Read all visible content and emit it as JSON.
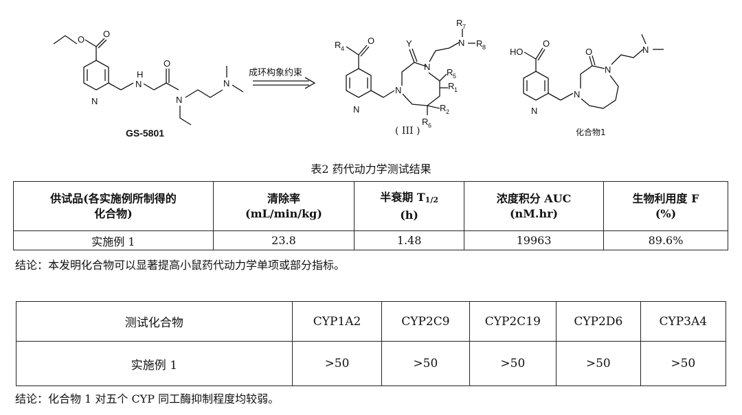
{
  "structures": {
    "left_caption": "GS-5801",
    "arrow_label": "成环构象约束",
    "middle_caption": "( III )",
    "right_caption": "化合物1",
    "atoms": {
      "O": "O",
      "N": "N",
      "H": "H",
      "HO": "HO",
      "Y": "Y",
      "R4": "R",
      "R4_sub": "4",
      "R7": "R",
      "R7_sub": "7",
      "R8": "R",
      "R8_sub": "8",
      "R5": "R",
      "R5_sub": "5",
      "R1": "R",
      "R1_sub": "1",
      "R2": "R",
      "R2_sub": "2",
      "R6": "R",
      "R6_sub": "6"
    }
  },
  "table1": {
    "title": "表2 药代动力学测试结果",
    "headers": [
      {
        "line1": "供试品(各实施例所制得的",
        "line2": "化合物)"
      },
      {
        "line1": "清除率",
        "line2": "(mL/min/kg)"
      },
      {
        "line1": "半衰期 T",
        "sub": "1/2",
        "line2": "(h)"
      },
      {
        "line1": "浓度积分 AUC",
        "line2": "(nM.hr)"
      },
      {
        "line1": "生物利用度 F",
        "line2": "(%)"
      }
    ],
    "row": [
      "实施例 1",
      "23.8",
      "1.48",
      "19963",
      "89.6%"
    ],
    "conclusion": "结论：本发明化合物可以显著提高小鼠药代动力学单项或部分指标。"
  },
  "table2": {
    "headers": [
      "测试化合物",
      "CYP1A2",
      "CYP2C9",
      "CYP2C19",
      "CYP2D6",
      "CYP3A4"
    ],
    "row": [
      "实施例 1",
      ">50",
      ">50",
      ">50",
      ">50",
      ">50"
    ],
    "conclusion": "结论：化合物 1 对五个 CYP 同工酶抑制程度均较弱。"
  }
}
